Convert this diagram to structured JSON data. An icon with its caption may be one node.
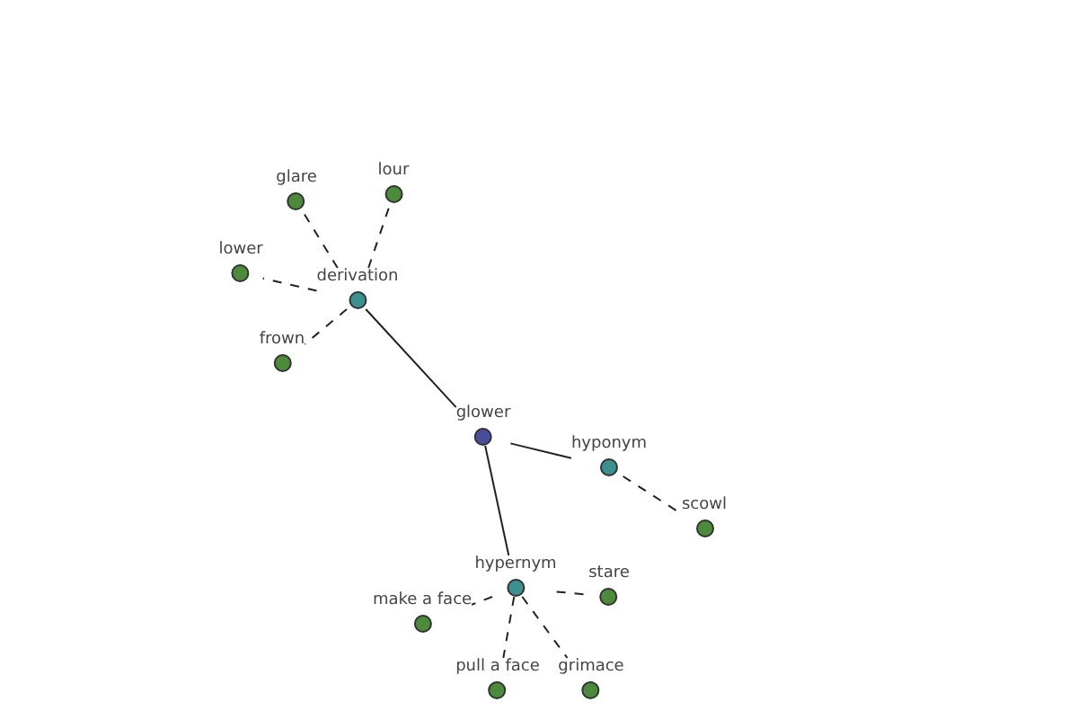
{
  "diagram": {
    "nodes": [
      {
        "text": [
          "glare"
        ]
      },
      {
        "text": [
          "lour"
        ]
      },
      {
        "text": [
          "lower"
        ]
      },
      {
        "text": [
          "derivation"
        ]
      },
      {
        "text": [
          "frown"
        ]
      },
      {
        "text": [
          "glower"
        ]
      },
      {
        "text": [
          "hyponym"
        ]
      },
      {
        "text": [
          "scowl"
        ]
      },
      {
        "text": [
          "hypernym"
        ]
      },
      {
        "text": [
          "stare"
        ]
      },
      {
        "text": [
          "make a face"
        ]
      },
      {
        "text": [
          "pull a face"
        ]
      },
      {
        "text": [
          "grimace"
        ]
      }
    ],
    "edges": [
      {
        "from": 5,
        "to": 3,
        "arrow": "none"
      },
      {
        "from": 5,
        "to": 6,
        "arrow": "none"
      },
      {
        "from": 5,
        "to": 8,
        "arrow": "none"
      },
      {
        "from": 3,
        "to": 0,
        "arrow": "none",
        "style": "dashed"
      },
      {
        "from": 3,
        "to": 1,
        "arrow": "none",
        "style": "dashed"
      },
      {
        "from": 3,
        "to": 2,
        "arrow": "none",
        "style": "dashed"
      },
      {
        "from": 3,
        "to": 4,
        "arrow": "none",
        "style": "dashed"
      },
      {
        "from": 6,
        "to": 7,
        "arrow": "none",
        "style": "dashed"
      },
      {
        "from": 8,
        "to": 9,
        "arrow": "none",
        "style": "dashed"
      },
      {
        "from": 8,
        "to": 10,
        "arrow": "none",
        "style": "dashed"
      },
      {
        "from": 8,
        "to": 11,
        "arrow": "none",
        "style": "dashed"
      },
      {
        "from": 8,
        "to": 12,
        "arrow": "none",
        "style": "dashed"
      }
    ]
  }
}
